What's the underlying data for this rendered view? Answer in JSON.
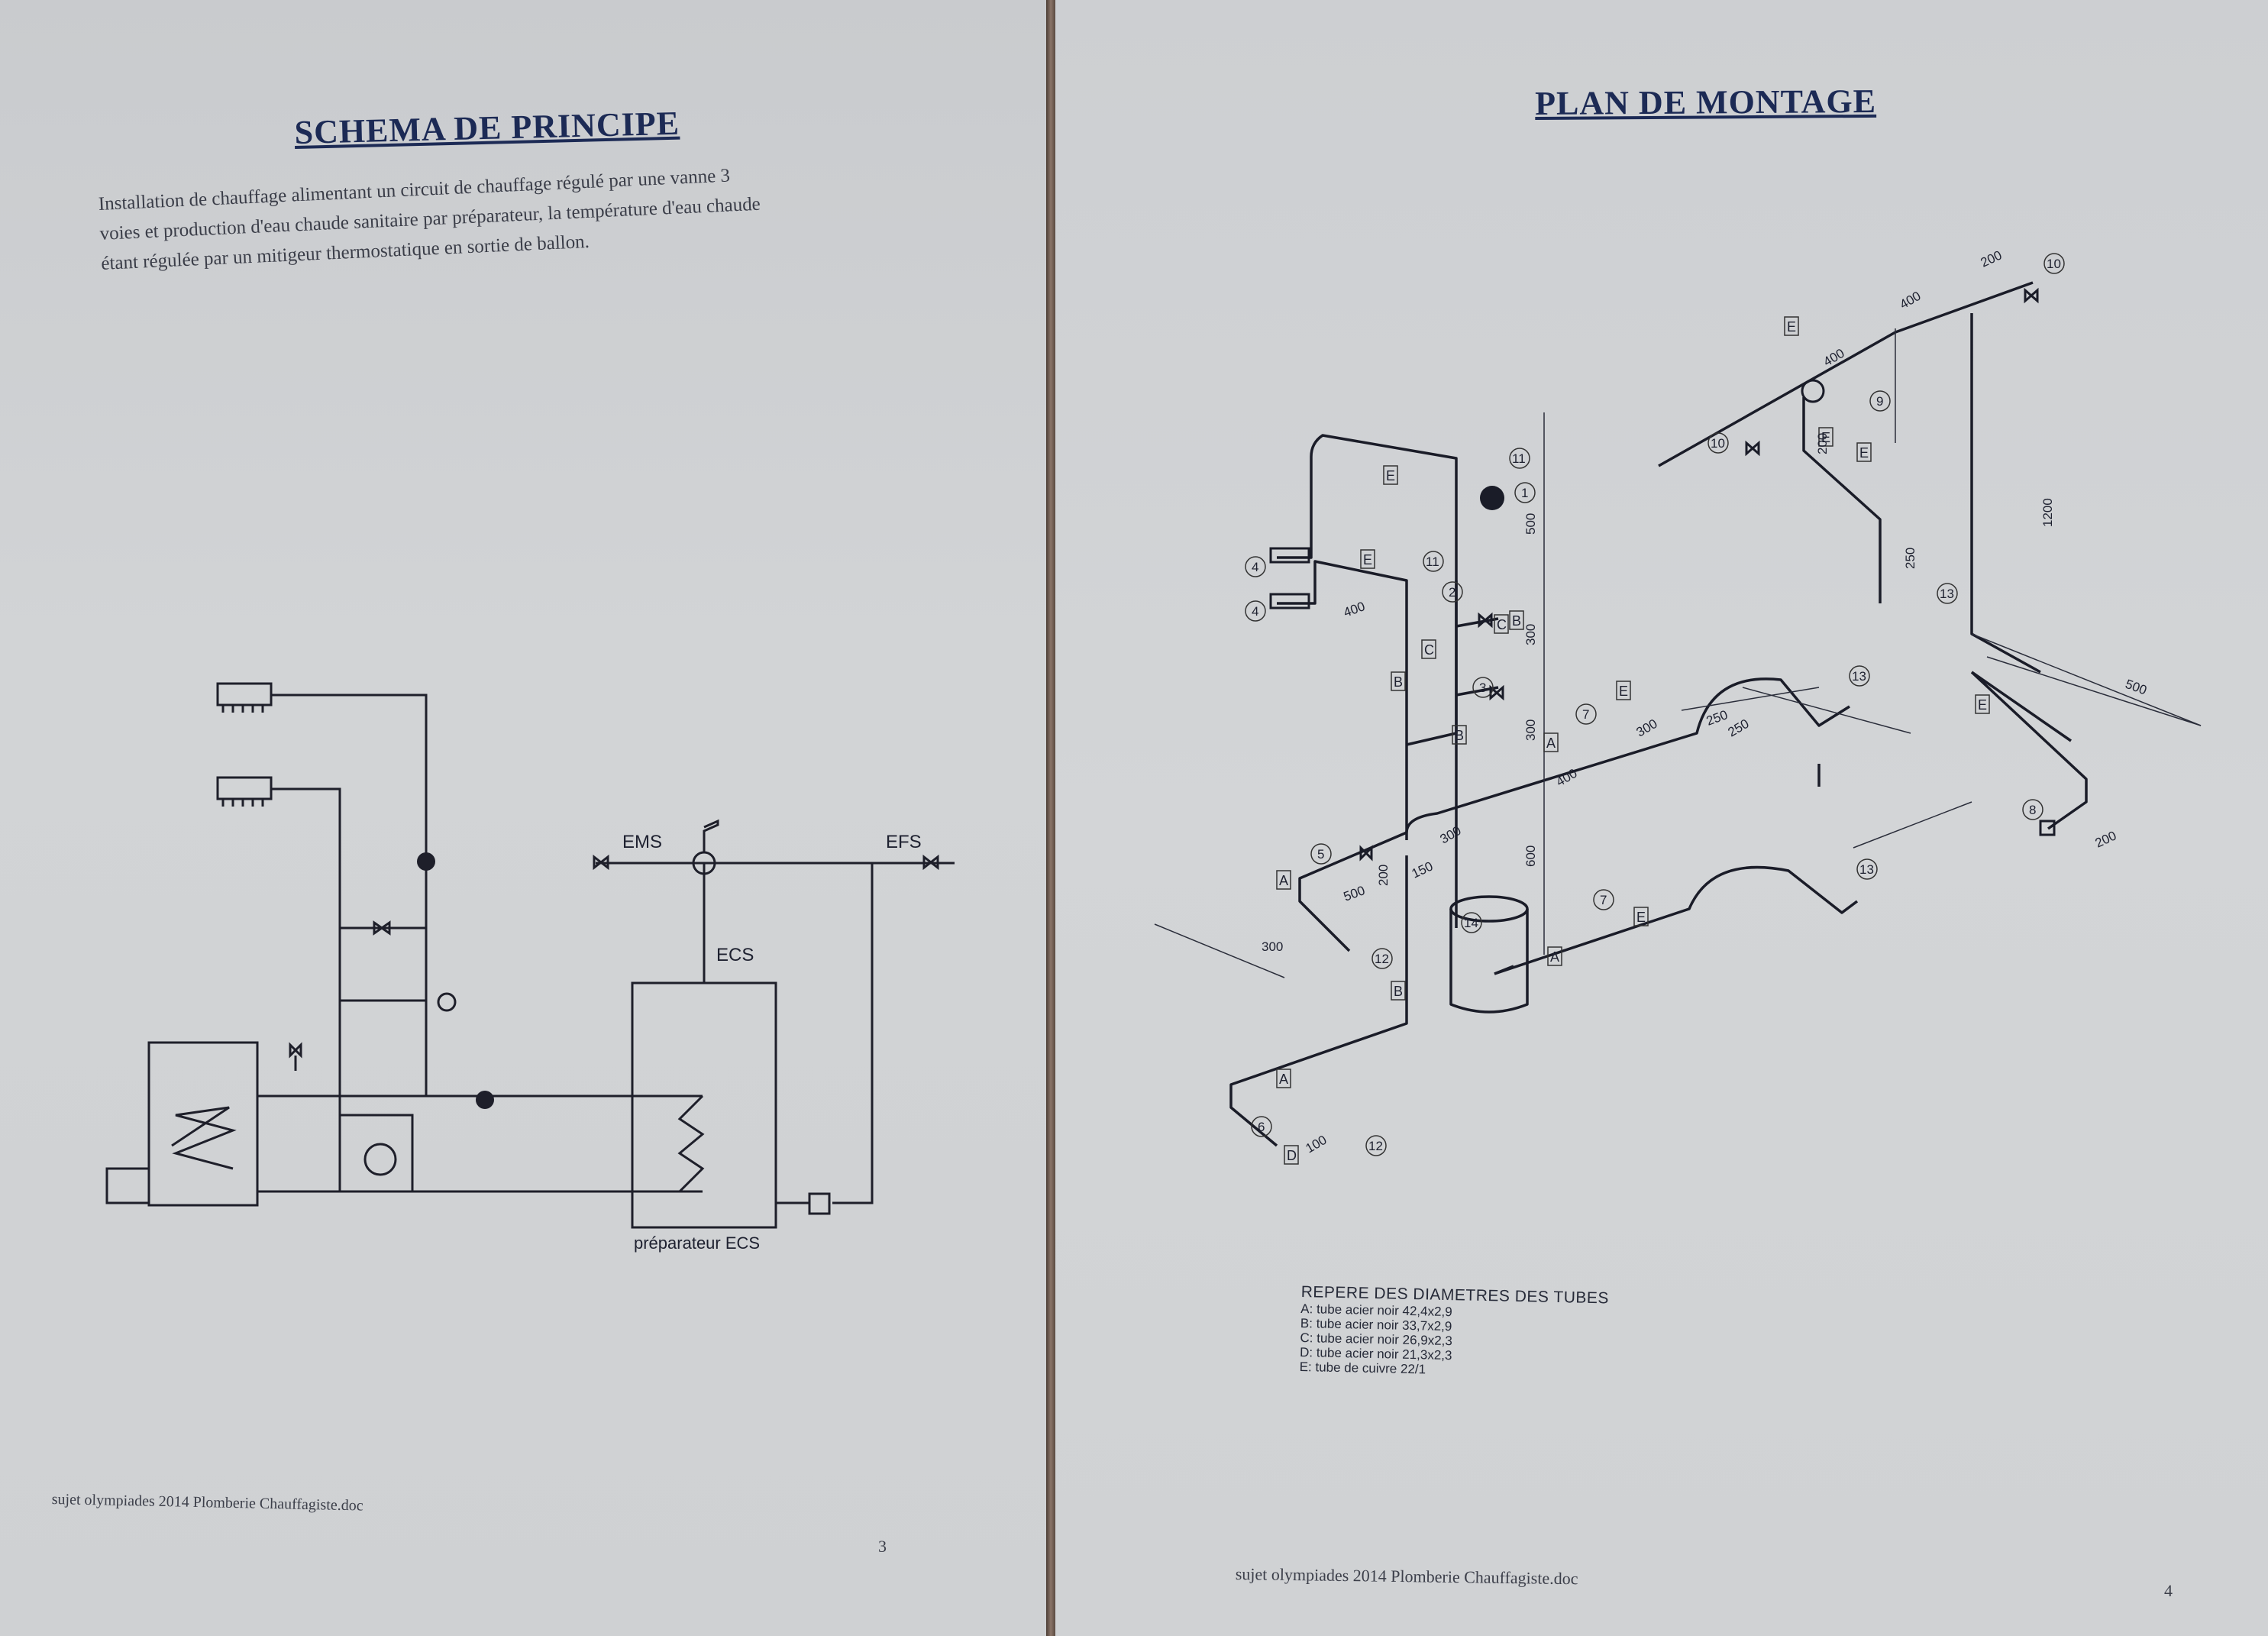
{
  "left_page": {
    "title": "SCHEMA DE PRINCIPE",
    "paragraph_lines": [
      "Installation de chauffage alimentant un circuit de chauffage régulé par une vanne 3",
      "voies et production d'eau chaude sanitaire par préparateur, la température d'eau chaude",
      "étant régulée par un mitigeur thermostatique en sortie de ballon."
    ],
    "diagram_labels": {
      "ems": "EMS",
      "efs": "EFS",
      "ecs": "ECS",
      "tank": "préparateur ECS"
    },
    "footer": "sujet olympiades 2014 Plomberie Chauffagiste.doc",
    "page_number": "3"
  },
  "right_page": {
    "title": "PLAN DE MONTAGE",
    "legend": {
      "title": "REPERE DES DIAMETRES DES TUBES",
      "items": [
        "A: tube acier noir 42,4x2,9",
        "B: tube acier noir 33,7x2,9",
        "C: tube acier noir 26,9x2,3",
        "D: tube acier noir 21,3x2,3",
        "E: tube de cuivre 22/1"
      ]
    },
    "footer": "sujet olympiades 2014 Plomberie Chauffagiste.doc",
    "page_number": "4",
    "pipe_letters": {
      "e1": "E",
      "e2": "E",
      "e3": "E",
      "e4": "E",
      "e5": "E",
      "e6": "E",
      "e7": "E",
      "e8": "E",
      "b1": "B",
      "b2": "B",
      "b3": "B",
      "b4": "B",
      "c1": "C",
      "c2": "C",
      "d1": "D",
      "a1": "A",
      "a2": "A",
      "a3": "A",
      "a4": "A"
    },
    "dimensions": {
      "d400a": "400",
      "d400b": "400",
      "d400c": "400",
      "d200a": "200",
      "d200b": "200",
      "d200c": "200",
      "d200d": "200",
      "d500a": "500",
      "d500b": "500",
      "d500c": "500",
      "d300a": "300",
      "d300b": "300",
      "d300c": "300",
      "d300d": "300",
      "d300e": "300",
      "d250a": "250",
      "d250b": "250",
      "d250c": "250",
      "d1200": "1200",
      "d150": "150",
      "d600": "600",
      "d100": "100",
      "d400d": "400"
    },
    "markers": {
      "m1": "1",
      "m2": "2",
      "m3": "3",
      "m4": "4",
      "m4b": "4",
      "m5": "5",
      "m6": "6",
      "m7a": "7",
      "m7b": "7",
      "m9": "9",
      "m8": "8",
      "m10a": "10",
      "m10b": "10",
      "m11a": "11",
      "m11b": "11",
      "m12a": "12",
      "m12b": "12",
      "m13a": "13",
      "m13b": "13",
      "m13c": "13",
      "m14": "14"
    }
  }
}
